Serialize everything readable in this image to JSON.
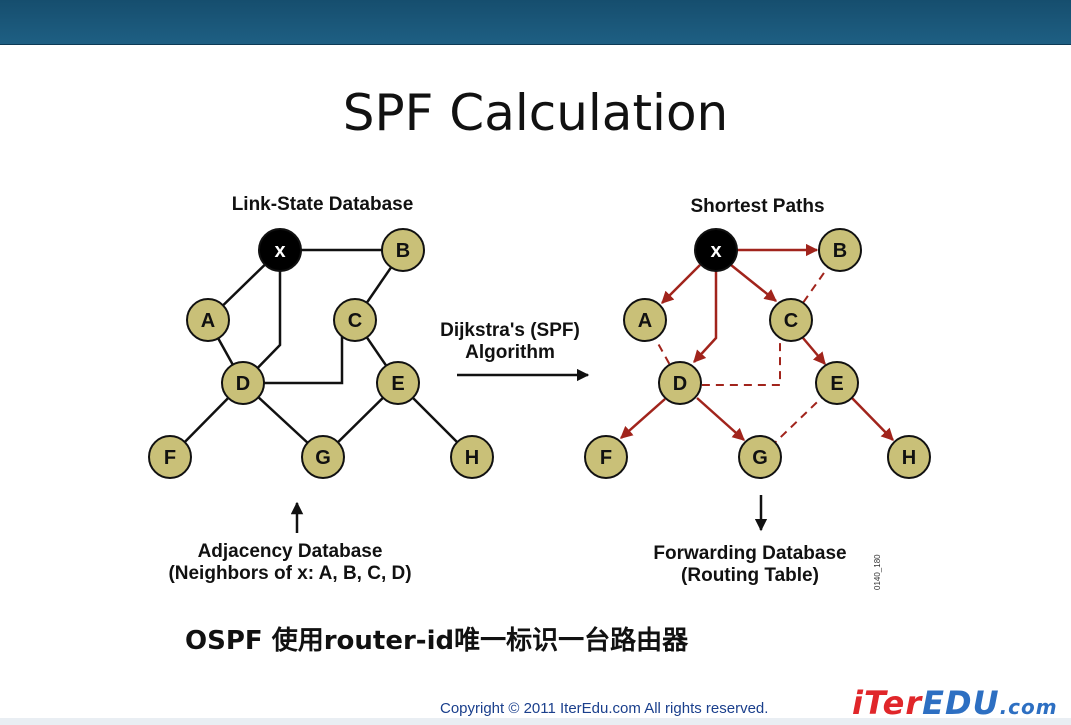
{
  "header_bar_color": "#1e5f83",
  "title": "SPF Calculation",
  "left_diagram": {
    "heading": "Link-State Database",
    "root": "x",
    "nodes": [
      "A",
      "B",
      "C",
      "D",
      "E",
      "F",
      "G",
      "H"
    ],
    "caption_line1": "Adjacency Database",
    "caption_line2": "(Neighbors of x: A, B, C, D)"
  },
  "algorithm_label_line1": "Dijkstra's (SPF)",
  "algorithm_label_line2": "Algorithm",
  "right_diagram": {
    "heading": "Shortest Paths",
    "root": "x",
    "nodes": [
      "A",
      "B",
      "C",
      "D",
      "E",
      "F",
      "G",
      "H"
    ],
    "caption_line1": "Forwarding Database",
    "caption_line2": "(Routing Table)",
    "side_code": "0140_180"
  },
  "subtitle": "OSPF 使用router-id唯一标识一台路由器",
  "copyright": "Copyright © 2011 IterEdu.com  All rights reserved.",
  "logo": {
    "part1": "iTer",
    "part2": "EDU",
    "part3": ".com"
  },
  "colors": {
    "node_fill": "#c9c078",
    "root_fill": "#000000",
    "path_color": "#a1241c"
  }
}
